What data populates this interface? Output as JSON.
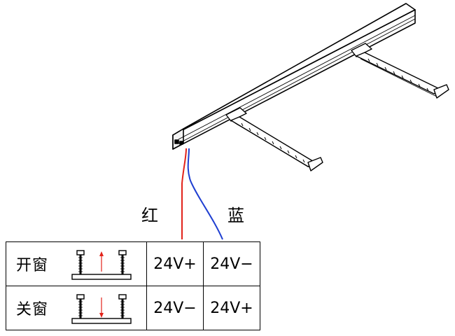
{
  "wires": {
    "red": {
      "label": "红",
      "color": "#e2231a"
    },
    "blue": {
      "label": "蓝",
      "color": "#1f3fd1"
    }
  },
  "table": {
    "rows": [
      {
        "mode": "开窗",
        "direction": "up",
        "red_terminal": "24V+",
        "blue_terminal": "24V−"
      },
      {
        "mode": "关窗",
        "direction": "down",
        "red_terminal": "24V−",
        "blue_terminal": "24V+"
      }
    ]
  },
  "colors": {
    "line": "#000000",
    "arrow": "#e2231a"
  },
  "icons": [
    "chain-actuator-icon",
    "bracket-arm-icon",
    "screw-post-icon",
    "direction-arrow-icon"
  ]
}
